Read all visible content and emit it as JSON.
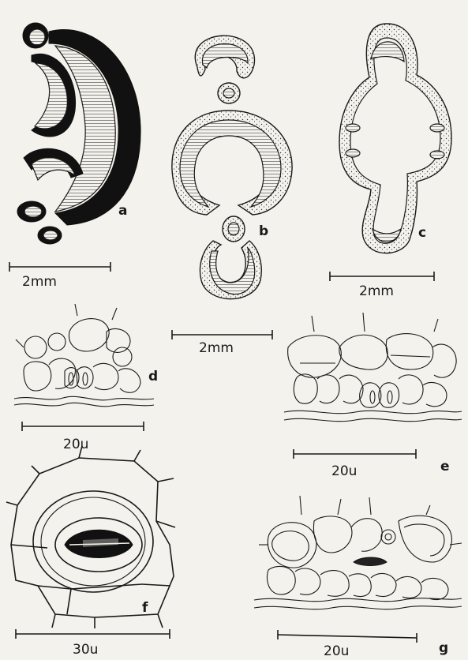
{
  "figure": {
    "panels": [
      {
        "id": "a",
        "letter": "a",
        "scale": "2mm"
      },
      {
        "id": "b",
        "letter": "b",
        "scale": "2mm"
      },
      {
        "id": "c",
        "letter": "c",
        "scale": "2mm"
      },
      {
        "id": "d",
        "letter": "d",
        "scale": "20u"
      },
      {
        "id": "e",
        "letter": "e",
        "scale": "20u"
      },
      {
        "id": "f",
        "letter": "f",
        "scale": "30u"
      },
      {
        "id": "g",
        "letter": "g",
        "scale": "20u"
      }
    ]
  }
}
